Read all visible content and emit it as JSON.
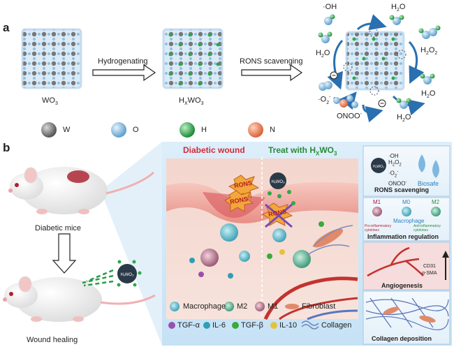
{
  "panel_a": {
    "letter": "a",
    "crystal_left_label": "WO",
    "crystal_left_sub": "3",
    "arrow1_label": "Hydrogenating",
    "crystal_mid_label_pre": "H",
    "crystal_mid_label_x": "X",
    "crystal_mid_label_post": "WO",
    "crystal_mid_sub": "3",
    "arrow2_label": "RONS scavenging",
    "species": {
      "oh": "·OH",
      "h2o_top": "H",
      "h2o_left": "H",
      "h2o2": "H",
      "h2o_right": "H",
      "o2": "·O",
      "onoo": "ONOO",
      "h2o_bottom": "H"
    },
    "legend": [
      {
        "symbol": "W",
        "color": "#6f6f6f"
      },
      {
        "symbol": "O",
        "color": "#7fb8de"
      },
      {
        "symbol": "H",
        "color": "#2ea84a"
      },
      {
        "symbol": "N",
        "color": "#e8875a"
      }
    ]
  },
  "panel_b": {
    "letter": "b",
    "mouse_top_label": "Diabetic mice",
    "mouse_bottom_label": "Wound healing",
    "diabetic_wound": "Diabetic wound",
    "treat_with": "Treat with H",
    "treat_x": "X",
    "treat_wo": "WO",
    "treat_3": "3",
    "rons": "RONS",
    "legend_cells": [
      {
        "label": "Macrophage",
        "color": "#63b9c8"
      },
      {
        "label": "M2",
        "color": "#4fb090"
      },
      {
        "label": "M1",
        "color": "#b0708a"
      },
      {
        "label": "Fibroblast",
        "color": "#e08a6a"
      }
    ],
    "legend_factors": [
      {
        "label": "TGF-α",
        "color": "#9a4fb0"
      },
      {
        "label": "IL-6",
        "color": "#2f9fb5"
      },
      {
        "label": "TGF-β",
        "color": "#3aaa3a"
      },
      {
        "label": "IL-10",
        "color": "#e3c23c"
      },
      {
        "label": "Collagen",
        "color": "#6a7fb8"
      }
    ],
    "side": {
      "rons_title": "RONS scavenging",
      "rons_species": [
        "·OH",
        "H",
        "·O",
        "ONOO"
      ],
      "biosafe": "Biosafe",
      "inflammation_title": "Inflammation regulation",
      "m1": "M1",
      "m0": "M0",
      "m2": "M2",
      "macrophage": "Macrophage",
      "pro": "Pro-inflammatory cytokines",
      "anti": "Anti-inflammatory cytokines",
      "angio_title": "Angiogenesis",
      "cd31": "CD31",
      "asma": "α-SMA",
      "collagen_title": "Collagen deposition"
    }
  }
}
